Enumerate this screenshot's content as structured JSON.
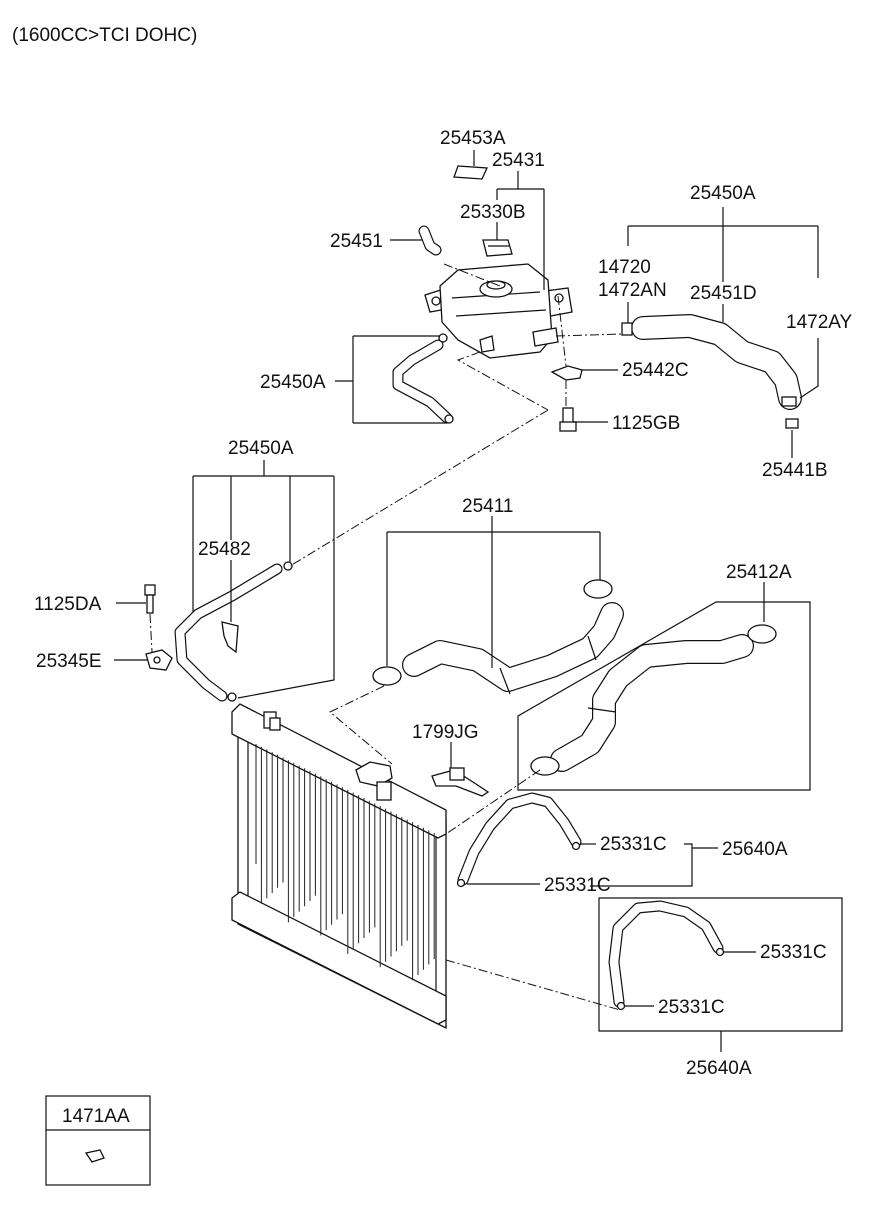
{
  "header": {
    "engine_label": "(1600CC>TCI DOHC)"
  },
  "part_labels": [
    "25453A",
    "25431",
    "25330B",
    "25451",
    "25450A",
    "14720",
    "1472AN",
    "25451D",
    "1472AY",
    "25450A",
    "25442C",
    "1125GB",
    "25441B",
    "25450A",
    "25411",
    "25412A",
    "25482",
    "1125DA",
    "25345E",
    "1799JG",
    "25331C",
    "25640A",
    "25331C",
    "25331C",
    "25331C",
    "25640A"
  ],
  "legend_box": {
    "part_number": "1471AA"
  }
}
